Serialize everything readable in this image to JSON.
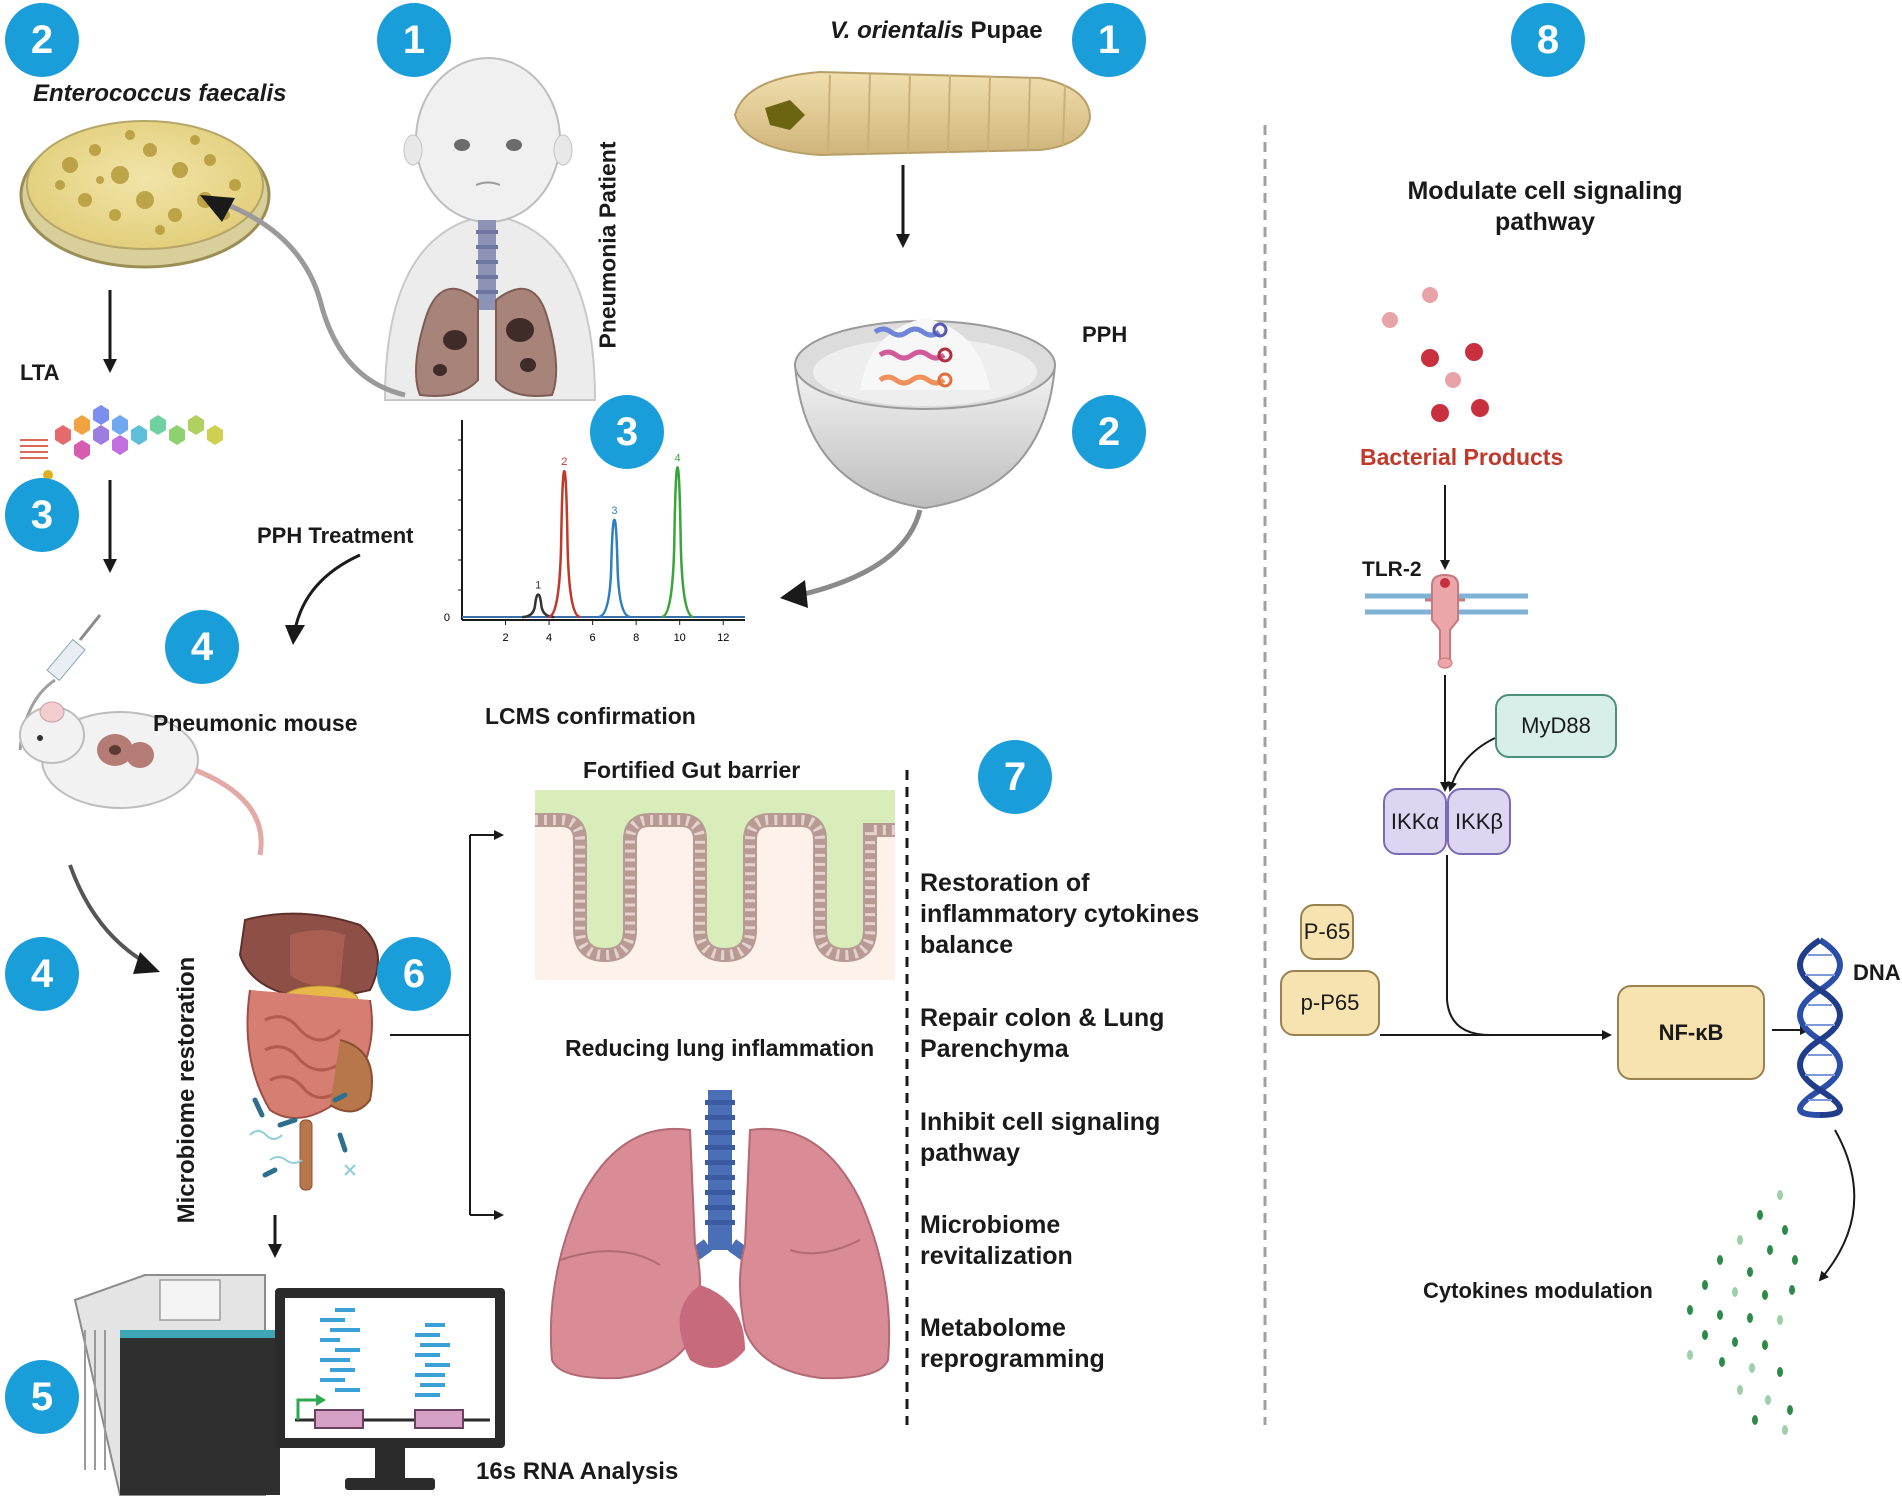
{
  "badges": {
    "b1_patient": "1",
    "b1_pupae": "1",
    "b2_bacteria": "2",
    "b2_pph": "2",
    "b3_lcms": "3",
    "b3_lta": "3",
    "b4_treatment": "4",
    "b4_mouse": "4",
    "b5": "5",
    "b6": "6",
    "b7": "7",
    "b8": "8"
  },
  "labels": {
    "bacteria": "Enterococcus faecalis",
    "pupae_italic": "V. orientalis",
    "pupae_rest": " Pupae",
    "patient": "Pneumonia Patient",
    "lta": "LTA",
    "pph": "PPH",
    "pph_treatment": "PPH Treatment",
    "mouse": "Pneumonic mouse",
    "lcms": "LCMS confirmation",
    "gut": "Fortified Gut barrier",
    "lung": "Reducing lung inflammation",
    "microbiome": "Microbiome restoration",
    "rna": "16s RNA Analysis"
  },
  "outcomes": [
    [
      "Restoration of",
      "inflammatory cytokines",
      "balance"
    ],
    [
      "Repair colon & Lung",
      "Parenchyma"
    ],
    [
      "Inhibit cell signaling",
      "pathway"
    ],
    [
      "Microbiome",
      "revitalization"
    ],
    [
      "Metabolome",
      "reprogramming"
    ]
  ],
  "pathway": {
    "title_line1": "Modulate cell signaling",
    "title_line2": "pathway",
    "bacterial_products": "Bacterial Products",
    "tlr2": "TLR-2",
    "myd88": "MyD88",
    "ikka": "IKKα",
    "ikkb": "IKKβ",
    "p65": "P-65",
    "pp65": "p-P65",
    "nfkb": "NF-κB",
    "dna": "DNA",
    "cytokines": "Cytokines modulation"
  },
  "chromatogram": {
    "zero_label": "0",
    "x_ticks": [
      "2",
      "4",
      "6",
      "8",
      "10",
      "12"
    ],
    "peaks": [
      {
        "label": "1",
        "x": 3.5,
        "height": 0.12,
        "color": "#333333"
      },
      {
        "label": "2",
        "x": 4.7,
        "height": 0.78,
        "color": "#c0392b"
      },
      {
        "label": "3",
        "x": 7.0,
        "height": 0.52,
        "color": "#2e7fc1"
      },
      {
        "label": "4",
        "x": 9.9,
        "height": 0.8,
        "color": "#3aa53a"
      }
    ],
    "x_range": [
      0,
      13
    ]
  },
  "colors": {
    "badge": "#1a9ed9",
    "bacterial_products": "#c0392b",
    "myd88_fill": "#d8efe9",
    "ikk_fill": "#ddd6f2",
    "p65_fill": "#f6e3b0",
    "nfkb_fill": "#f6e3b0"
  }
}
